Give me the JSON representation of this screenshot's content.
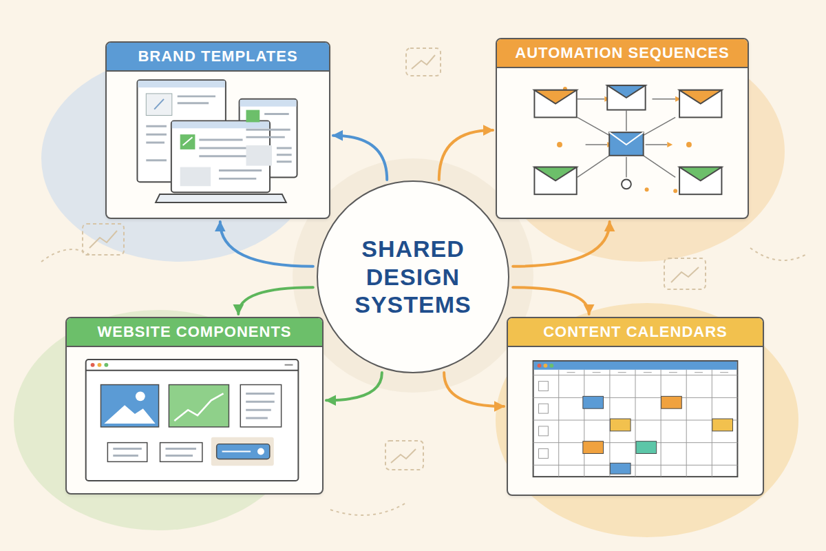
{
  "diagram": {
    "nodes": [
      {
        "text": [
          "BRAND TEMPLATES"
        ]
      },
      {
        "text": [
          "AUTOMATION SEQUENCES"
        ]
      },
      {
        "text": [
          "SHARED DESIGN SYSTEMS"
        ]
      },
      {
        "text": [
          "WEBSITE COMPONENTS"
        ]
      },
      {
        "text": [
          "CONTENT CALENDARS"
        ]
      }
    ],
    "edges": [
      {
        "from": 2,
        "to": 0,
        "arrow": "to"
      },
      {
        "from": 2,
        "to": 0,
        "arrow": "to"
      },
      {
        "from": 2,
        "to": 3,
        "arrow": "to"
      },
      {
        "from": 2,
        "to": 3,
        "arrow": "to"
      },
      {
        "from": 2,
        "to": 1,
        "arrow": "to"
      },
      {
        "from": 2,
        "to": 1,
        "arrow": "to"
      },
      {
        "from": 2,
        "to": 4,
        "arrow": "to"
      },
      {
        "from": 2,
        "to": 4,
        "arrow": "to"
      }
    ]
  }
}
